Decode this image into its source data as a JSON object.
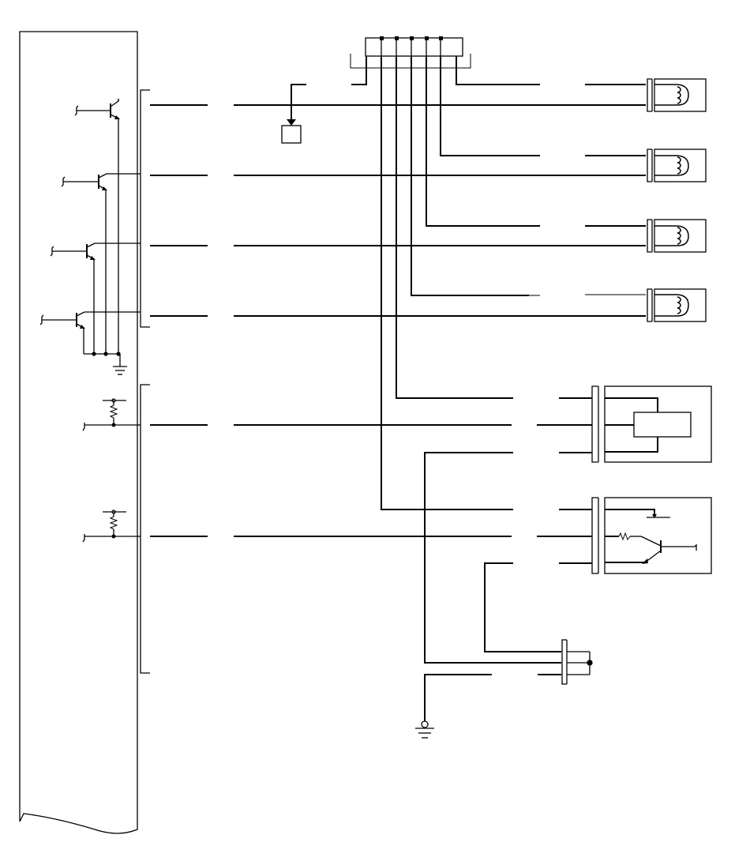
{
  "diagram": {
    "type": "wiring-schematic",
    "labels": [],
    "colors": {
      "line": "#000000",
      "background": "#ffffff"
    },
    "control_module": {
      "driver_transistors": 4,
      "sensor_inputs": 2
    },
    "splice_connector": {
      "pins": 6
    },
    "loads": {
      "injector_coils": 4,
      "sensors": [
        "sensor-with-internal-block",
        "transistor-output-sensor"
      ]
    },
    "ground_symbols": 2
  }
}
